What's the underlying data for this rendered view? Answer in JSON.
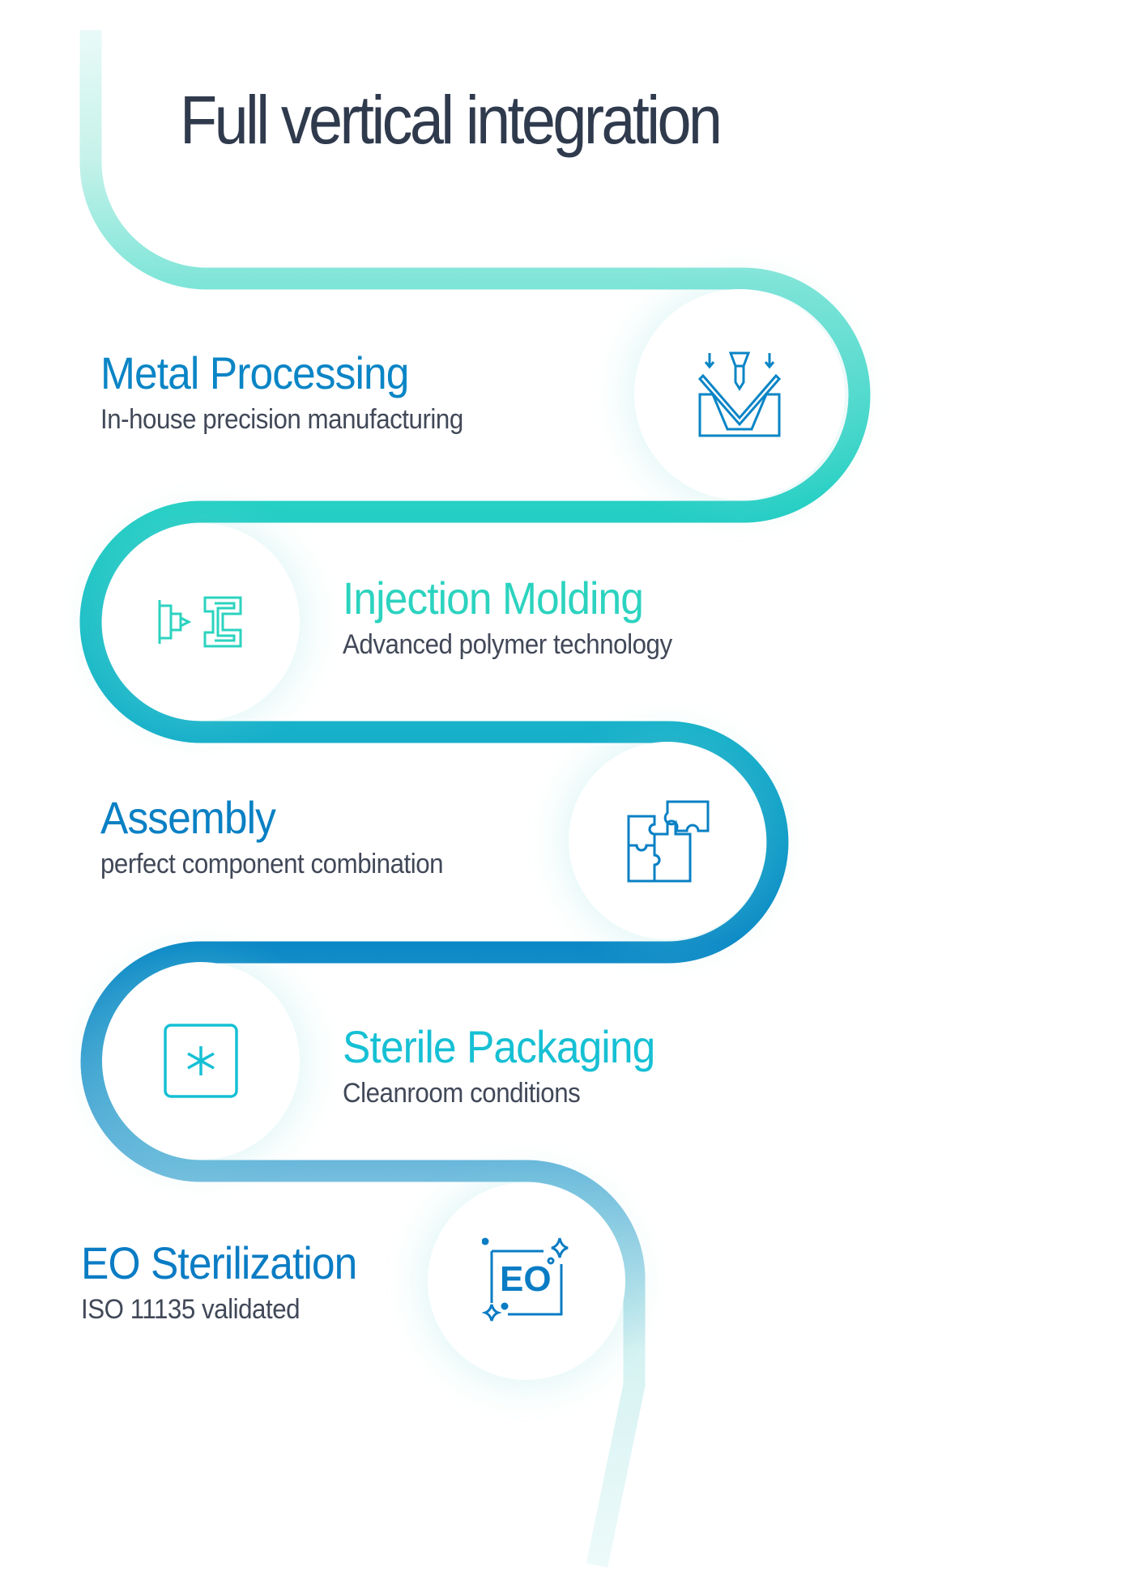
{
  "title": "Full vertical integration",
  "steps": [
    {
      "title": "Metal Processing",
      "subtitle": "In-house precision manufacturing",
      "icon": "press-brake-icon",
      "color": "#0a85c6"
    },
    {
      "title": "Injection Molding",
      "subtitle": "Advanced polymer technology",
      "icon": "injection-mold-icon",
      "color": "#2bd3bf"
    },
    {
      "title": "Assembly",
      "subtitle": "perfect component combination",
      "icon": "puzzle-icon",
      "color": "#0a80c4"
    },
    {
      "title": "Sterile Packaging",
      "subtitle": "Cleanroom conditions",
      "icon": "sterile-package-icon",
      "color": "#16c0d4"
    },
    {
      "title": "EO Sterilization",
      "subtitle": "ISO 11135 validated",
      "icon": "eo-sterilization-icon",
      "color": "#0a7cc4",
      "icon_text": "EO"
    }
  ]
}
